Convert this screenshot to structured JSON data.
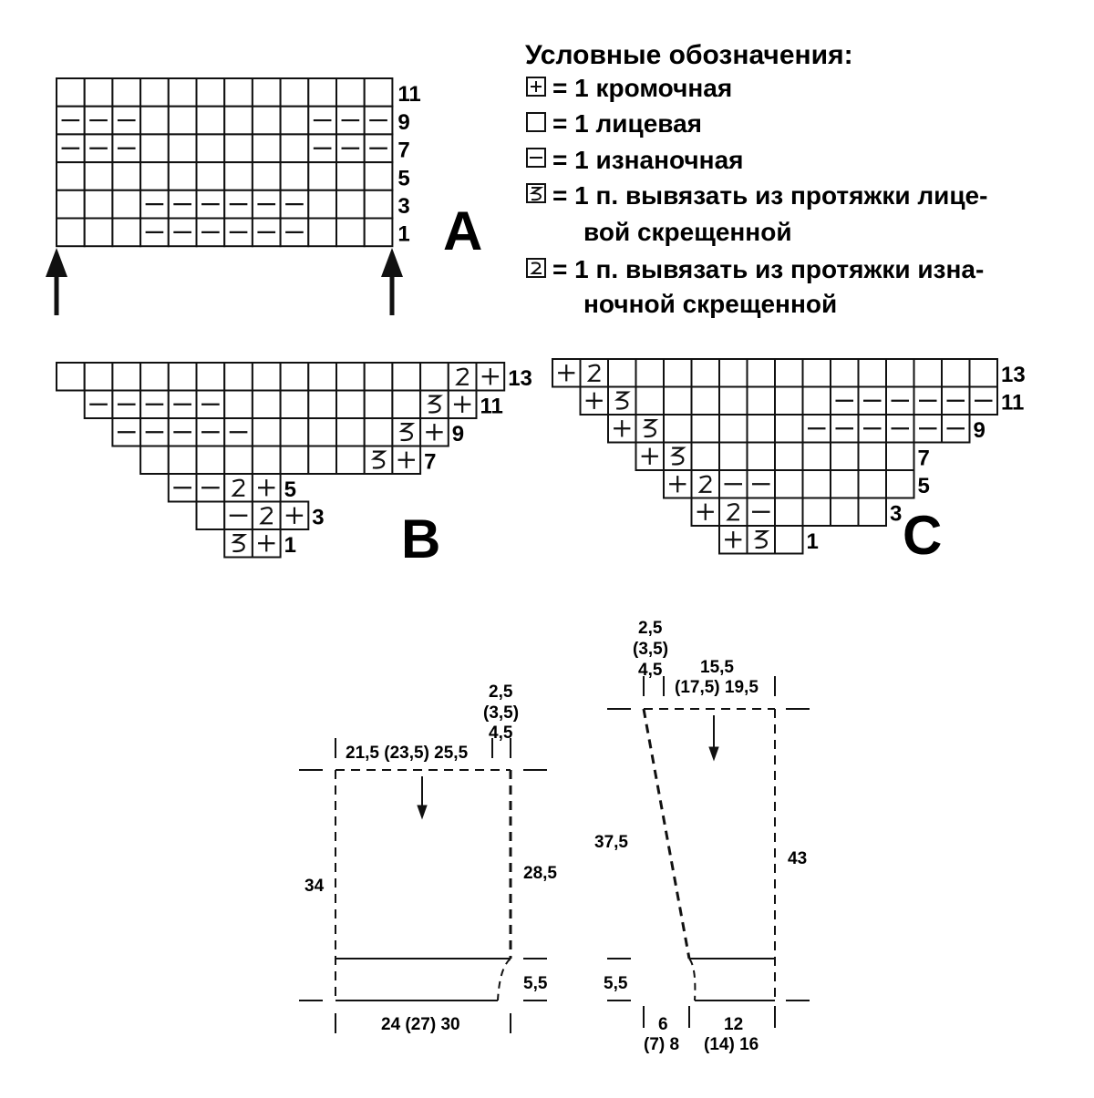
{
  "legend": {
    "title": "Условные обозначения:",
    "items": [
      {
        "symbol": "edge",
        "lines": [
          "= 1 кромочная"
        ]
      },
      {
        "symbol": "knit",
        "lines": [
          "= 1 лицевая"
        ]
      },
      {
        "symbol": "purl",
        "lines": [
          "= 1 изнаночная"
        ]
      },
      {
        "symbol": "twist-knit",
        "lines": [
          "= 1 п. вывязать из протяжки лице-",
          "вой скрещенной"
        ]
      },
      {
        "symbol": "twist-purl",
        "lines": [
          "= 1 п. вывязать из протяжки изна-",
          "ночной скрещенной"
        ]
      }
    ]
  },
  "charts": {
    "A": {
      "label": "A",
      "cols": 12,
      "row_numbers": [
        "11",
        "9",
        "7",
        "5",
        "3",
        "1"
      ],
      "rows": [
        "............",
        "---......---",
        "---......---",
        "............",
        "...------...",
        "...------..."
      ]
    },
    "B": {
      "label": "B",
      "row_numbers": [
        "13",
        "11",
        "9",
        "7",
        "5",
        "3",
        "1"
      ],
      "rows": [
        {
          "start": 0,
          "cells": "..............z+"
        },
        {
          "start": 1,
          "cells": "-----.......s+"
        },
        {
          "start": 2,
          "cells": "-----.....s+"
        },
        {
          "start": 3,
          "cells": "........s+"
        },
        {
          "start": 4,
          "cells": "--z+"
        },
        {
          "start": 5,
          "cells": ".-z+"
        },
        {
          "start": 6,
          "cells": "s+"
        }
      ]
    },
    "C": {
      "label": "C",
      "row_numbers": [
        "13",
        "11",
        "9",
        "7",
        "5",
        "3",
        "1"
      ],
      "rows": [
        {
          "start": 0,
          "cells": "+z.............."
        },
        {
          "start": 1,
          "cells": "+s.......------"
        },
        {
          "start": 2,
          "cells": "+s.....------"
        },
        {
          "start": 3,
          "cells": "+s........"
        },
        {
          "start": 4,
          "cells": "+z--....."
        },
        {
          "start": 5,
          "cells": "+z-...."
        },
        {
          "start": 6,
          "cells": "+s."
        }
      ]
    }
  },
  "schematic_back": {
    "width_top": "21,5 (23,5) 25,5",
    "shoulder": [
      "2,5",
      "(3,5)",
      "4,5"
    ],
    "height_left": "34",
    "height_right": "28,5",
    "rib_height": "5,5",
    "width_bottom": "24 (27) 30"
  },
  "schematic_front": {
    "shoulder": [
      "2,5",
      "(3,5)",
      "4,5"
    ],
    "width_top": [
      "15,5",
      "(17,5) 19,5"
    ],
    "height_left": "37,5",
    "height_right": "43",
    "rib_height": "5,5",
    "bottom_left": [
      "6",
      "(7) 8"
    ],
    "bottom_right": [
      "12",
      "(14) 16"
    ]
  }
}
